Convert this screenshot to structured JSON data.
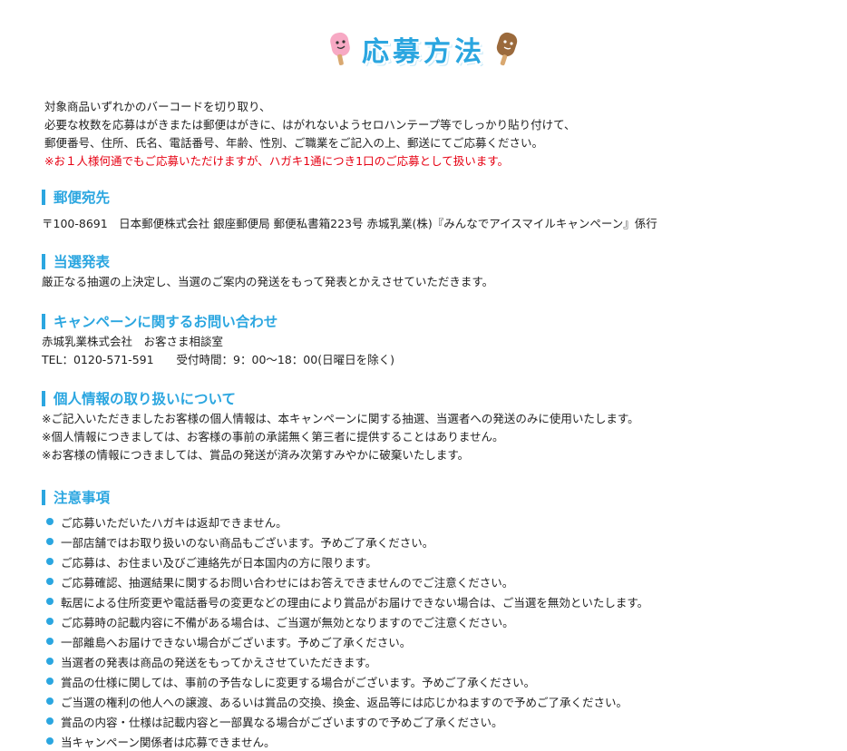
{
  "page": {
    "title": "応募方法"
  },
  "intro": {
    "lines": [
      "対象商品いずれかのバーコードを切り取り、",
      "必要な枚数を応募はがきまたは郵便はがきに、はがれないようセロハンテープ等でしっかり貼り付けて、",
      "郵便番号、住所、氏名、電話番号、年齢、性別、ご職業をご記入の上、郵送にてご応募ください。"
    ],
    "warning": "※お１人様何通でもご応募いただけますが、ハガキ1通につき1口のご応募として扱います。"
  },
  "mailing": {
    "heading": "郵便宛先",
    "address": "〒100-8691　日本郵便株式会社 銀座郵便局 郵便私書箱223号 赤城乳業(株)『みんなでアイスマイルキャンペーン』係行"
  },
  "announcement": {
    "heading": "当選発表",
    "text": "厳正なる抽選の上決定し、当選のご案内の発送をもって発表とかえさせていただきます。"
  },
  "contact": {
    "heading": "キャンペーンに関するお問い合わせ",
    "company": "赤城乳業株式会社　お客さま相談室",
    "phone": "TEL：0120-571-591　　受付時間：9：00〜18：00(日曜日を除く)"
  },
  "privacy": {
    "heading": "個人情報の取り扱いについて",
    "lines": [
      "※ご記入いただきましたお客様の個人情報は、本キャンペーンに関する抽選、当選者への発送のみに使用いたします。",
      "※個人情報につきましては、お客様の事前の承諾無く第三者に提供することはありません。",
      "※お客様の情報につきましては、賞品の発送が済み次第すみやかに破棄いたします。"
    ]
  },
  "notes": {
    "heading": "注意事項",
    "items": [
      "ご応募いただいたハガキは返却できません。",
      "一部店舗ではお取り扱いのない商品もございます。予めご了承ください。",
      "ご応募は、お住まい及びご連絡先が日本国内の方に限ります。",
      "ご応募確認、抽選結果に関するお問い合わせにはお答えできませんのでご注意ください。",
      "転居による住所変更や電話番号の変更などの理由により賞品がお届けできない場合は、ご当選を無効といたします。",
      "ご応募時の記載内容に不備がある場合は、ご当選が無効となりますのでご注意ください。",
      "一部離島へお届けできない場合がございます。予めご了承ください。",
      "当選者の発表は商品の発送をもってかえさせていただきます。",
      "賞品の仕様に関しては、事前の予告なしに変更する場合がございます。予めご了承ください。",
      "ご当選の権利の他人への譲渡、あるいは賞品の交換、換金、返品等には応じかねますので予めご了承ください。",
      "賞品の内容・仕様は記載内容と一部異なる場合がございますので予めご了承ください。",
      "当キャンペーン関係者は応募できません。"
    ]
  },
  "colors": {
    "accent": "#2ba6e0",
    "warning": "#e60012",
    "popsicle_left": "#f7a9c4",
    "popsicle_right": "#9b6a3c"
  }
}
